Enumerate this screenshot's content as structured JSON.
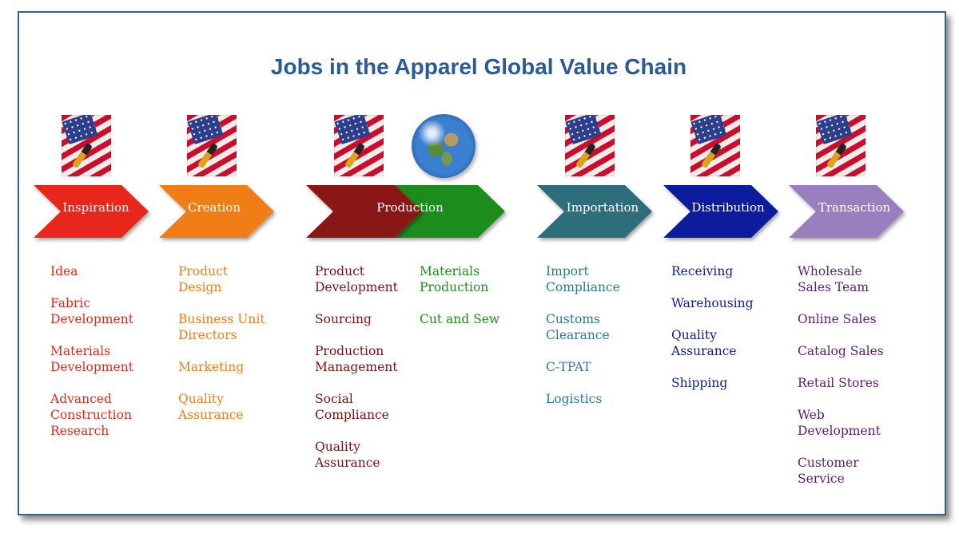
{
  "title": "Jobs in the Apparel Global Value Chain",
  "colors": {
    "inspiration": "#e8281c",
    "creation": "#f07d18",
    "production_dark": "#8b1414",
    "production_green": "#1e8c1e",
    "importation": "#2e6d7a",
    "distribution": "#0e1f9c",
    "transaction": "#9a7fc0",
    "frame": "#3a5f8f",
    "title": "#2e5a94"
  },
  "images": {
    "flag_icon": "us-flag-with-pen-icon",
    "globe_icon": "earth-globe-icon"
  },
  "stages": [
    {
      "label": "Inspiration"
    },
    {
      "label": "Creation"
    },
    {
      "label": "Production"
    },
    {
      "label": "Importation"
    },
    {
      "label": "Distribution"
    },
    {
      "label": "Transaction"
    }
  ],
  "columns": {
    "inspiration": [
      "Idea",
      "Fabric\nDevelopment",
      "Materials\nDevelopment",
      "Advanced\nConstruction\nResearch"
    ],
    "creation": [
      "Product\nDesign",
      "Business Unit\nDirectors",
      "Marketing",
      "Quality\nAssurance"
    ],
    "production_domestic": [
      "Product\nDevelopment",
      "Sourcing",
      "Production\nManagement",
      "Social\nCompliance",
      "Quality\nAssurance"
    ],
    "production_global": [
      "Materials\nProduction",
      "Cut and Sew"
    ],
    "importation": [
      "Import\nCompliance",
      "Customs\nClearance",
      "C-TPAT",
      "Logistics"
    ],
    "distribution": [
      "Receiving",
      "Warehousing",
      "Quality\nAssurance",
      "Shipping"
    ],
    "transaction": [
      "Wholesale\nSales Team",
      "Online Sales",
      "Catalog Sales",
      "Retail Stores",
      "Web\nDevelopment",
      "Customer\nService"
    ]
  }
}
